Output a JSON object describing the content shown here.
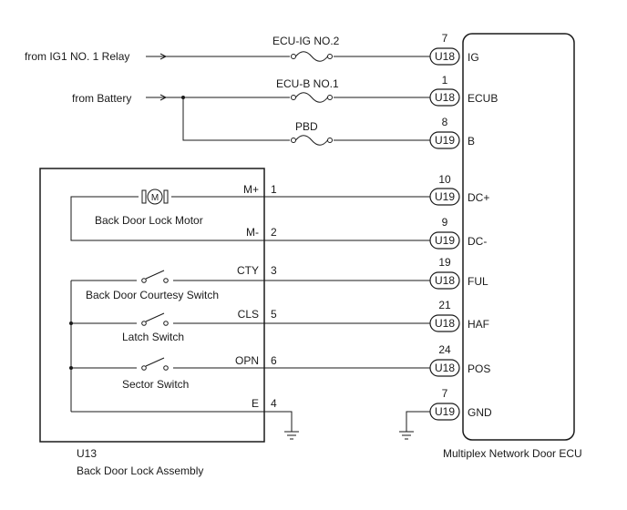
{
  "sources": {
    "ig1_relay": "from IG1 NO. 1 Relay",
    "battery": "from Battery"
  },
  "fuses": {
    "ecu_ig": "ECU-IG NO.2",
    "ecu_b": "ECU-B NO.1",
    "pbd": "PBD"
  },
  "ecu": {
    "name": "Multiplex Network Door ECU",
    "pins": [
      {
        "num": "7",
        "conn": "U18",
        "name": "IG"
      },
      {
        "num": "1",
        "conn": "U18",
        "name": "ECUB"
      },
      {
        "num": "8",
        "conn": "U19",
        "name": "B"
      },
      {
        "num": "10",
        "conn": "U19",
        "name": "DC+"
      },
      {
        "num": "9",
        "conn": "U19",
        "name": "DC-"
      },
      {
        "num": "19",
        "conn": "U18",
        "name": "FUL"
      },
      {
        "num": "21",
        "conn": "U18",
        "name": "HAF"
      },
      {
        "num": "24",
        "conn": "U18",
        "name": "POS"
      },
      {
        "num": "7",
        "conn": "U19",
        "name": "GND"
      }
    ]
  },
  "assembly": {
    "code": "U13",
    "name": "Back Door Lock Assembly",
    "motor_label": "Back Door Lock Motor",
    "motor_symbol": "M",
    "courtesy_switch": "Back Door Courtesy Switch",
    "latch_switch": "Latch Switch",
    "sector_switch": "Sector Switch",
    "pins": [
      {
        "label": "M+",
        "num": "1"
      },
      {
        "label": "M-",
        "num": "2"
      },
      {
        "label": "CTY",
        "num": "3"
      },
      {
        "label": "CLS",
        "num": "5"
      },
      {
        "label": "OPN",
        "num": "6"
      },
      {
        "label": "E",
        "num": "4"
      }
    ]
  }
}
